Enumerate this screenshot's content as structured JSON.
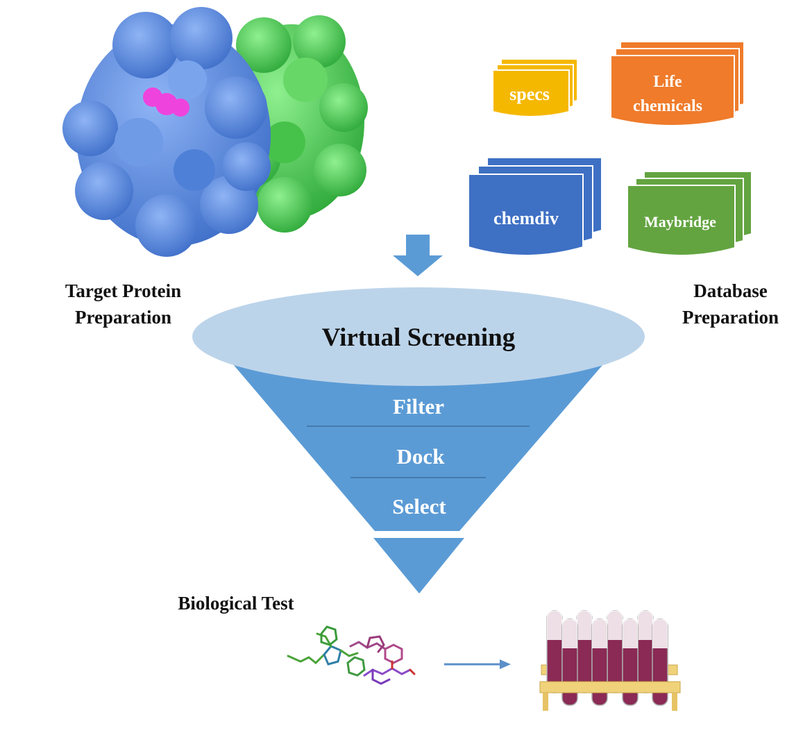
{
  "labels": {
    "target_protein": [
      "Target Protein",
      "Preparation"
    ],
    "database": [
      "Database",
      "Preparation"
    ],
    "biological_test": "Biological Test"
  },
  "databases": {
    "specs": "specs",
    "life_chemicals": [
      "Life",
      "chemicals"
    ],
    "chemdiv": "chemdiv",
    "maybridge": "Maybridge"
  },
  "funnel": {
    "title": "Virtual Screening",
    "stages": [
      "Filter",
      "Dock",
      "Select"
    ]
  },
  "colors": {
    "protein_blue": "#5b8fe0",
    "protein_green": "#4fcf4f",
    "ligand": "#ee44dd",
    "specs": "#f5b800",
    "life_chemicals": "#ef7b2b",
    "chemdiv": "#3e70c4",
    "maybridge": "#63a440",
    "funnel_top": "#bcd4ea",
    "funnel_body": "#5b9bd5",
    "arrow": "#5b9bd5",
    "tube_liquid": "#8a2a55"
  },
  "icons": [
    "protein-structure-icon",
    "compound-molecules-icon",
    "test-tubes-icon",
    "down-arrow-icon",
    "right-arrow-icon"
  ]
}
